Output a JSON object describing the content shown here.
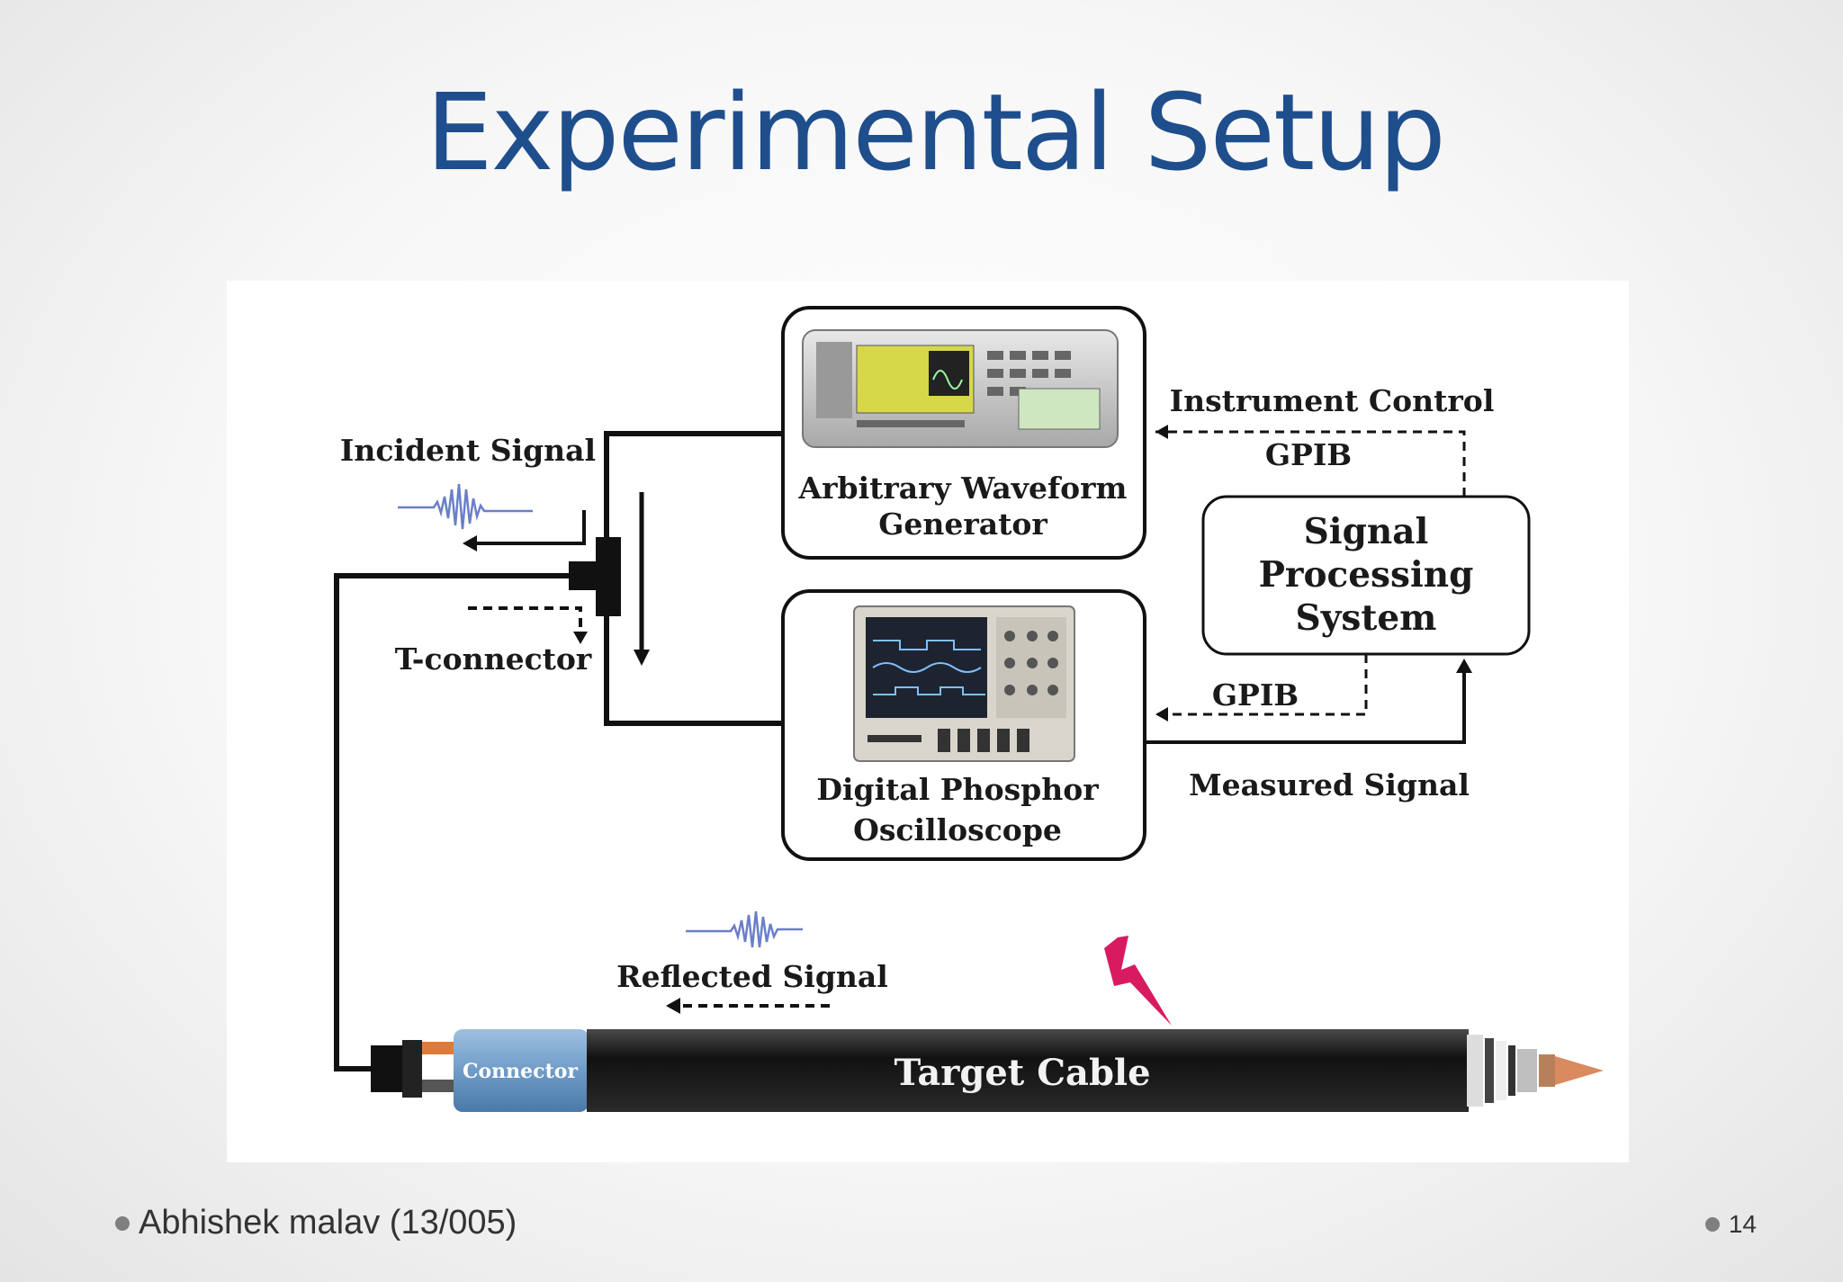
{
  "slide": {
    "title": "Experimental Setup",
    "footer_left": "Abhishek malav (13/005)",
    "page_number": "14"
  },
  "diagram": {
    "awg_label_1": "Arbitrary Waveform",
    "awg_label_2": "Generator",
    "dpo_label_1": "Digital Phosphor",
    "dpo_label_2": "Oscilloscope",
    "sps_label_1": "Signal",
    "sps_label_2": "Processing",
    "sps_label_3": "System",
    "instrument_control": "Instrument Control",
    "gpib_top": "GPIB",
    "gpib_bottom": "GPIB",
    "measured_signal": "Measured Signal",
    "incident_signal": "Incident Signal",
    "t_connector": "T-connector",
    "reflected_signal": "Reflected Signal",
    "connector": "Connector",
    "target_cable": "Target Cable"
  },
  "colors": {
    "title": "#1f4e8c",
    "wave": "#6b7fc8",
    "fault": "#d81b60",
    "cable": "#1e1e1e",
    "connector": "#6f9cc7"
  }
}
